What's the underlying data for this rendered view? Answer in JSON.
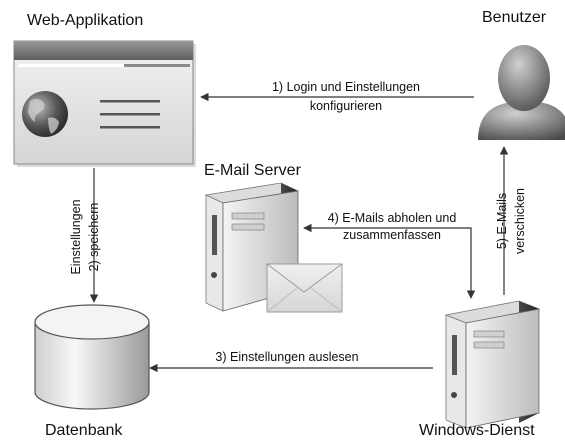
{
  "nodes": {
    "web_app": "Web-Applikation",
    "user": "Benutzer",
    "mail_server": "E-Mail Server",
    "database": "Datenbank",
    "windows_service": "Windows-Dienst"
  },
  "edges": {
    "e1": [
      "1) Login und Einstellungen",
      "konfigurieren"
    ],
    "e2": [
      "Einstellungen",
      "2) speichern"
    ],
    "e3": "3) Einstellungen auslesen",
    "e4": [
      "4) E-Mails abholen und",
      "zusammenfassen"
    ],
    "e5": [
      "5) E-Mails",
      "verschicken"
    ]
  },
  "icons": {
    "web_app": "browser-window-icon",
    "user": "user-silhouette-icon",
    "mail_server": "server-tower-icon",
    "envelope": "envelope-icon",
    "database": "database-cylinder-icon",
    "windows_service": "server-tower-icon"
  }
}
